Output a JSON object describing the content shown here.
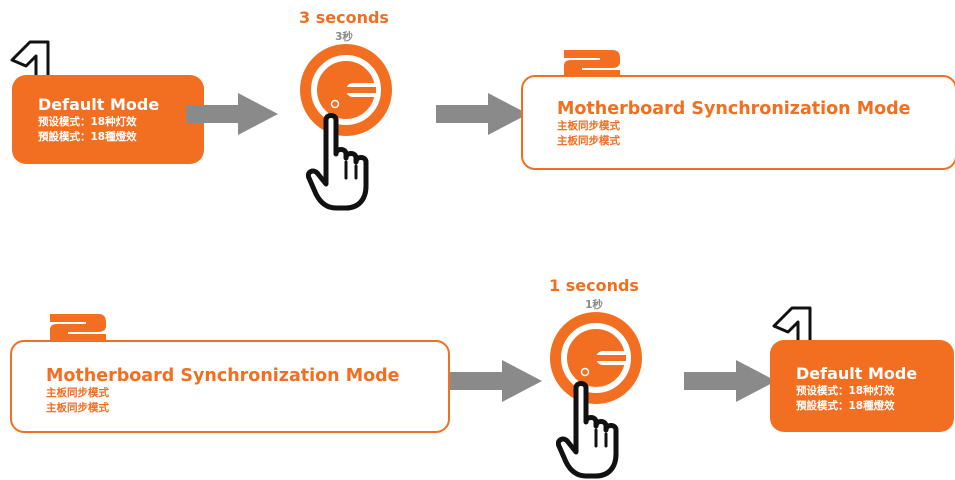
{
  "colors": {
    "accent": "#f26f21",
    "arrow": "#8a8a8a",
    "ink": "#111111"
  },
  "icons": {
    "step_one": "numeral-1-outline-icon",
    "step_two": "numeral-2-icon",
    "button": "power-button-icon",
    "hand": "pointing-hand-icon",
    "arrow": "right-arrow-icon"
  },
  "row1": {
    "step_left_number": "1",
    "default_box": {
      "title": "Default Mode",
      "line1": "预设模式：18种灯效",
      "line2": "預設模式：18種燈效"
    },
    "timer": {
      "main": "3 seconds",
      "sub": "3秒"
    },
    "step_right_number": "2",
    "sync_box": {
      "title": "Motherboard Synchronization Mode",
      "line1": "主板同步模式",
      "line2": "主板同步模式"
    }
  },
  "row2": {
    "step_left_number": "2",
    "sync_box": {
      "title": "Motherboard Synchronization Mode",
      "line1": "主板同步模式",
      "line2": "主板同步模式"
    },
    "timer": {
      "main": "1 seconds",
      "sub": "1秒"
    },
    "step_right_number": "1",
    "default_box": {
      "title": "Default Mode",
      "line1": "预设模式：18种灯效",
      "line2": "預設模式：18種燈效"
    }
  }
}
